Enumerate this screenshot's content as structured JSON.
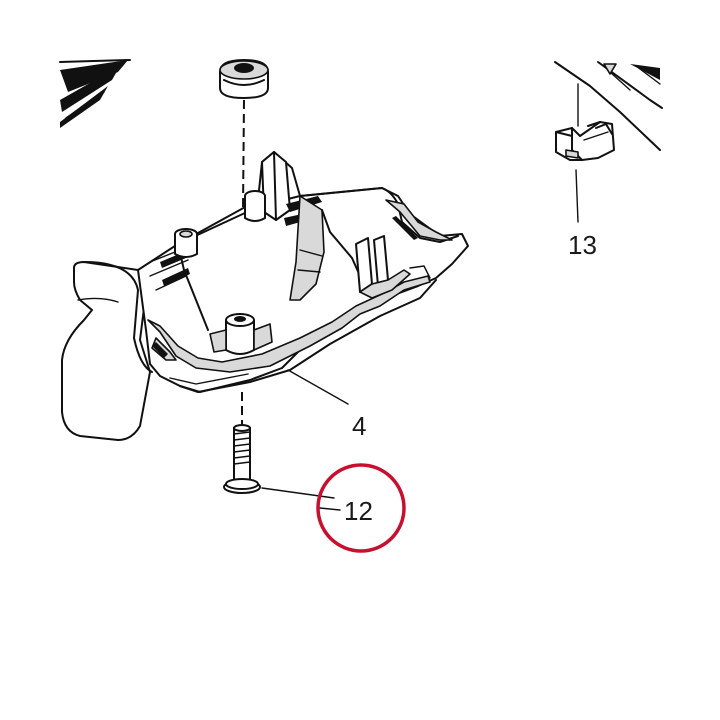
{
  "callouts": {
    "part_4": "4",
    "part_12": "12",
    "part_13": "13"
  },
  "highlight": {
    "target": "12",
    "color": "#c8102e"
  },
  "icons": {
    "screw": "screw-icon",
    "housing": "housing-cover-illustration",
    "clip": "cable-clip-illustration",
    "rubber_bushing": "rubber-bushing-illustration"
  }
}
